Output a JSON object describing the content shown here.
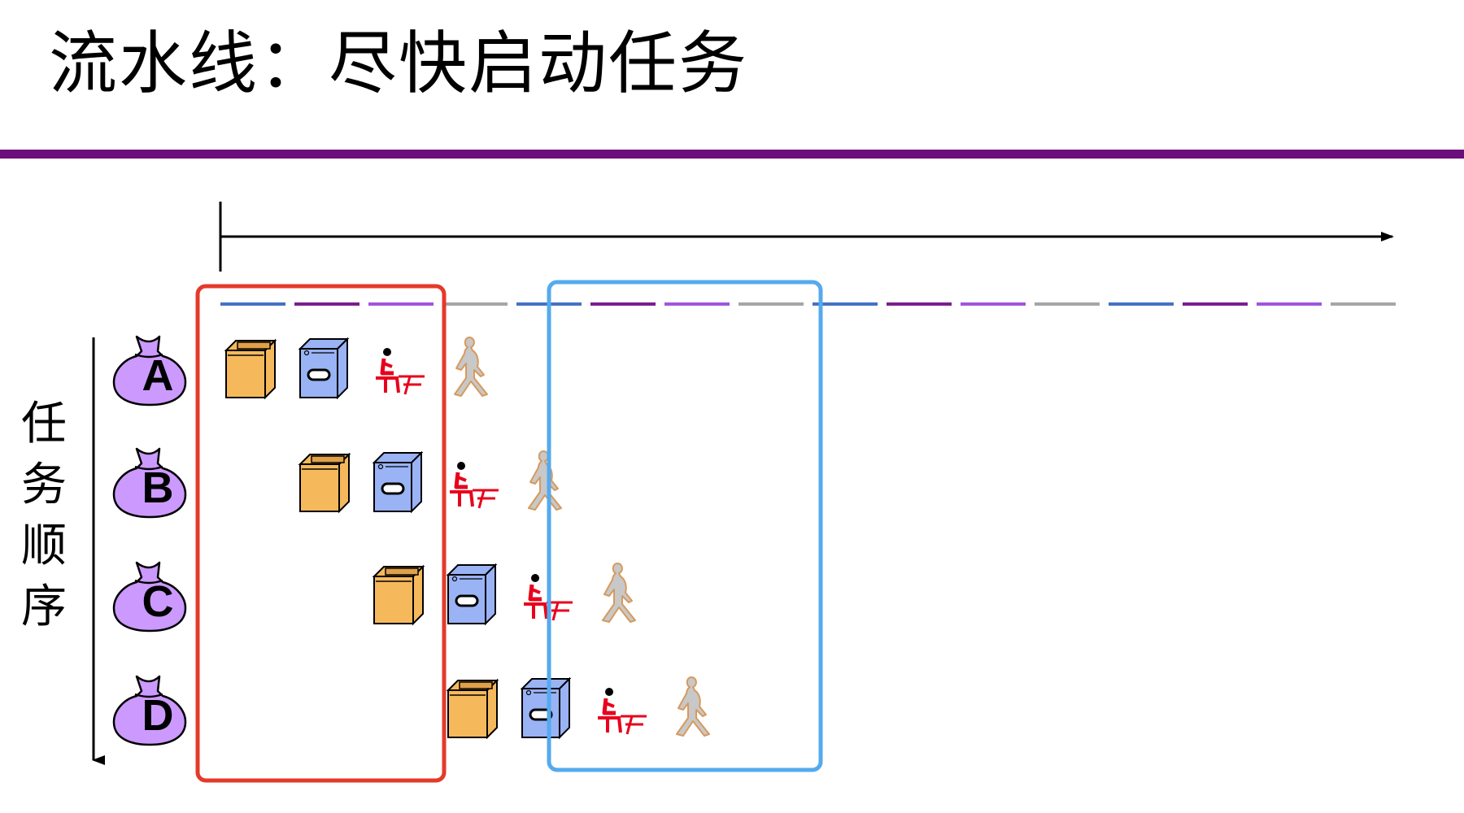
{
  "title": "流水线：尽快启动任务",
  "task_order_label": [
    "任",
    "务",
    "顺",
    "序"
  ],
  "tasks": [
    "A",
    "B",
    "C",
    "D"
  ],
  "stage_icons": [
    "dryer-icon",
    "washer-icon",
    "folder-icon",
    "walker-icon"
  ],
  "colors": {
    "title_bar": "#6a0f7c",
    "bag_fill": "#cc99ff",
    "dryer_fill": "#f5b95c",
    "washer_fill": "#99b3f5",
    "folder_color": "#e8001c",
    "walker_fill": "#c8c8c8",
    "walker_stroke": "#d69a5e",
    "red_box": "#e43a2a",
    "blue_box": "#55aaee",
    "dash_colors": [
      "#4472c4",
      "#7b1e8e",
      "#a055dd",
      "#a6a6a6"
    ]
  }
}
